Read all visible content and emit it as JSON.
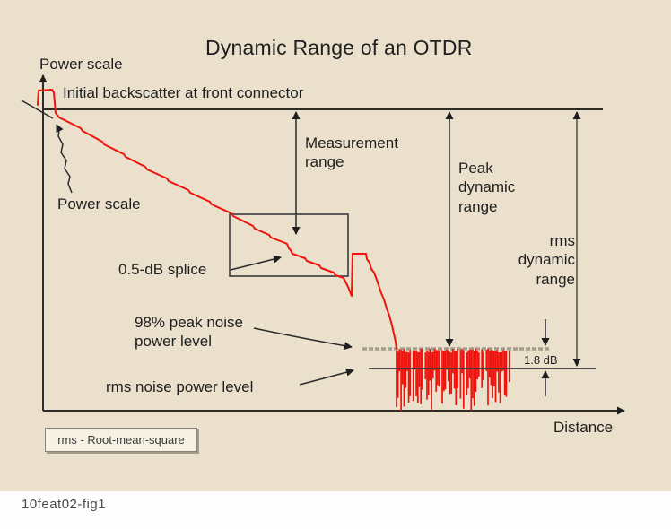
{
  "title": "Dynamic Range of an OTDR",
  "caption": "10feat02-fig1",
  "axes": {
    "y_axis_label": "Power scale",
    "x_axis_label": "Distance"
  },
  "annotations": {
    "initial_backscatter": "Initial backscatter at front connector",
    "power_scale_pointer": "Power scale",
    "measurement_range": "Measurement range",
    "peak_dynamic_range": "Peak dynamic range",
    "rms_dynamic_range": "rms dynamic range",
    "splice": "0.5-dB splice",
    "peak_noise_level": "98% peak noise power level",
    "rms_noise_level": "rms noise power level",
    "noise_gap_db": "1.8 dB"
  },
  "legend": {
    "text": "rms - Root-mean-square"
  },
  "colors": {
    "background": "#eae0cc",
    "trace_red": "#ee130c",
    "line_dark": "#2b2b2b",
    "gray_dashed_line": "#a49c8d",
    "rms_arrow_gray": "#787368",
    "footer_strip": "#fdfdfd"
  }
}
